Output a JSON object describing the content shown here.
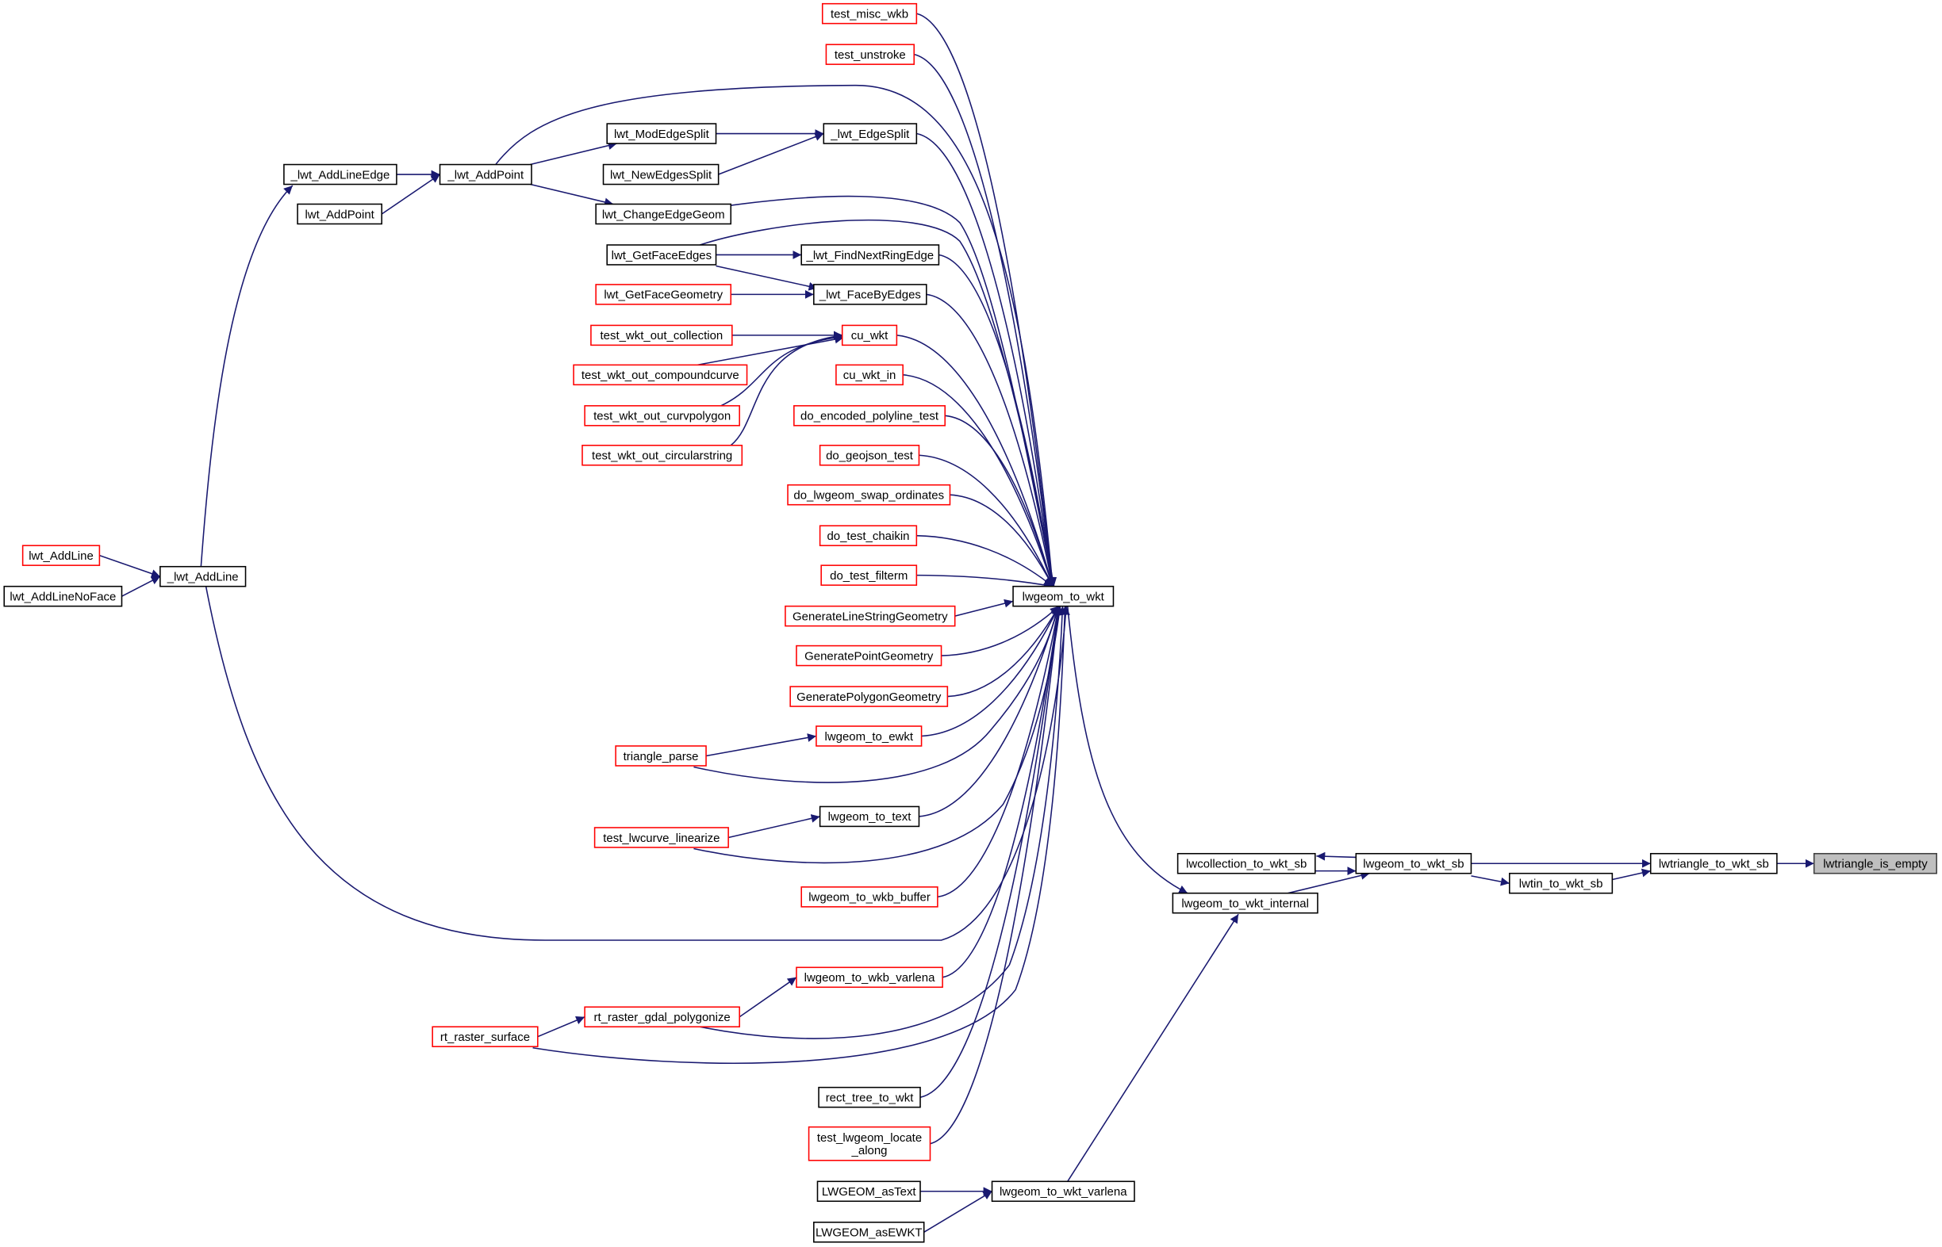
{
  "title": "lwtriangle_is_empty caller graph",
  "colors": {
    "edge": "#191970",
    "undocumented_border": "#ff0000",
    "documented_border": "#000000",
    "current_fill": "#bfbfbf"
  },
  "nodes": [
    {
      "id": "test_misc_wkb",
      "label": "test_misc_wkb",
      "style": "red"
    },
    {
      "id": "test_unstroke",
      "label": "test_unstroke",
      "style": "red"
    },
    {
      "id": "lwt_ModEdgeSplit",
      "label": "lwt_ModEdgeSplit",
      "style": "black"
    },
    {
      "id": "_lwt_EdgeSplit",
      "label": "_lwt_EdgeSplit",
      "style": "black"
    },
    {
      "id": "_lwt_AddLineEdge",
      "label": "_lwt_AddLineEdge",
      "style": "black"
    },
    {
      "id": "_lwt_AddPoint",
      "label": "_lwt_AddPoint",
      "style": "black"
    },
    {
      "id": "lwt_NewEdgesSplit",
      "label": "lwt_NewEdgesSplit",
      "style": "black"
    },
    {
      "id": "lwt_AddPoint",
      "label": "lwt_AddPoint",
      "style": "black"
    },
    {
      "id": "lwt_ChangeEdgeGeom",
      "label": "lwt_ChangeEdgeGeom",
      "style": "black"
    },
    {
      "id": "lwt_GetFaceEdges",
      "label": "lwt_GetFaceEdges",
      "style": "black"
    },
    {
      "id": "_lwt_FindNextRingEdge",
      "label": "_lwt_FindNextRingEdge",
      "style": "black"
    },
    {
      "id": "lwt_GetFaceGeometry",
      "label": "lwt_GetFaceGeometry",
      "style": "red"
    },
    {
      "id": "_lwt_FaceByEdges",
      "label": "_lwt_FaceByEdges",
      "style": "black"
    },
    {
      "id": "test_wkt_out_collection",
      "label": "test_wkt_out_collection",
      "style": "red"
    },
    {
      "id": "cu_wkt",
      "label": "cu_wkt",
      "style": "red"
    },
    {
      "id": "test_wkt_out_compoundcurve",
      "label": "test_wkt_out_compoundcurve",
      "style": "red"
    },
    {
      "id": "cu_wkt_in",
      "label": "cu_wkt_in",
      "style": "red"
    },
    {
      "id": "test_wkt_out_curvpolygon",
      "label": "test_wkt_out_curvpolygon",
      "style": "red"
    },
    {
      "id": "do_encoded_polyline_test",
      "label": "do_encoded_polyline_test",
      "style": "red"
    },
    {
      "id": "test_wkt_out_circularstring",
      "label": "test_wkt_out_circularstring",
      "style": "red"
    },
    {
      "id": "do_geojson_test",
      "label": "do_geojson_test",
      "style": "red"
    },
    {
      "id": "do_lwgeom_swap_ordinates",
      "label": "do_lwgeom_swap_ordinates",
      "style": "red"
    },
    {
      "id": "lwt_AddLine",
      "label": "lwt_AddLine",
      "style": "red"
    },
    {
      "id": "_lwt_AddLine",
      "label": "_lwt_AddLine",
      "style": "black"
    },
    {
      "id": "lwt_AddLineNoFace",
      "label": "lwt_AddLineNoFace",
      "style": "black"
    },
    {
      "id": "do_test_chaikin",
      "label": "do_test_chaikin",
      "style": "red"
    },
    {
      "id": "do_test_filterm",
      "label": "do_test_filterm",
      "style": "red"
    },
    {
      "id": "lwgeom_to_wkt",
      "label": "lwgeom_to_wkt",
      "style": "black"
    },
    {
      "id": "GenerateLineStringGeometry",
      "label": "GenerateLineStringGeometry",
      "style": "red"
    },
    {
      "id": "GeneratePointGeometry",
      "label": "GeneratePointGeometry",
      "style": "red"
    },
    {
      "id": "GeneratePolygonGeometry",
      "label": "GeneratePolygonGeometry",
      "style": "red"
    },
    {
      "id": "lwgeom_to_ewkt",
      "label": "lwgeom_to_ewkt",
      "style": "red"
    },
    {
      "id": "triangle_parse",
      "label": "triangle_parse",
      "style": "red"
    },
    {
      "id": "lwgeom_to_text",
      "label": "lwgeom_to_text",
      "style": "black"
    },
    {
      "id": "test_lwcurve_linearize",
      "label": "test_lwcurve_linearize",
      "style": "red"
    },
    {
      "id": "lwcollection_to_wkt_sb",
      "label": "lwcollection_to_wkt_sb",
      "style": "black"
    },
    {
      "id": "lwgeom_to_wkt_sb",
      "label": "lwgeom_to_wkt_sb",
      "style": "black"
    },
    {
      "id": "lwtriangle_to_wkt_sb",
      "label": "lwtriangle_to_wkt_sb",
      "style": "black"
    },
    {
      "id": "lwtriangle_is_empty",
      "label": "lwtriangle_is_empty",
      "style": "current"
    },
    {
      "id": "lwtin_to_wkt_sb",
      "label": "lwtin_to_wkt_sb",
      "style": "black"
    },
    {
      "id": "lwgeom_to_wkt_internal",
      "label": "lwgeom_to_wkt_internal",
      "style": "black"
    },
    {
      "id": "lwgeom_to_wkb_buffer",
      "label": "lwgeom_to_wkb_buffer",
      "style": "red"
    },
    {
      "id": "lwgeom_to_wkb_varlena",
      "label": "lwgeom_to_wkb_varlena",
      "style": "red"
    },
    {
      "id": "rt_raster_gdal_polygonize",
      "label": "rt_raster_gdal_polygonize",
      "style": "red"
    },
    {
      "id": "rt_raster_surface",
      "label": "rt_raster_surface",
      "style": "red"
    },
    {
      "id": "rect_tree_to_wkt",
      "label": "rect_tree_to_wkt",
      "style": "black"
    },
    {
      "id": "test_lwgeom_locate_along",
      "lines": [
        "test_lwgeom_locate",
        "_along"
      ],
      "style": "red"
    },
    {
      "id": "LWGEOM_asText",
      "label": "LWGEOM_asText",
      "style": "black"
    },
    {
      "id": "lwgeom_to_wkt_varlena",
      "label": "lwgeom_to_wkt_varlena",
      "style": "black"
    },
    {
      "id": "LWGEOM_asEWKT",
      "label": "LWGEOM_asEWKT",
      "style": "black"
    }
  ],
  "edges": [
    [
      "test_misc_wkb",
      "lwgeom_to_wkt"
    ],
    [
      "test_unstroke",
      "lwgeom_to_wkt"
    ],
    [
      "lwt_ModEdgeSplit",
      "_lwt_EdgeSplit"
    ],
    [
      "lwt_NewEdgesSplit",
      "_lwt_EdgeSplit"
    ],
    [
      "_lwt_EdgeSplit",
      "lwgeom_to_wkt"
    ],
    [
      "_lwt_AddLineEdge",
      "_lwt_AddPoint"
    ],
    [
      "lwt_AddPoint",
      "_lwt_AddPoint"
    ],
    [
      "_lwt_AddPoint",
      "lwt_ModEdgeSplit"
    ],
    [
      "_lwt_AddPoint",
      "lwt_ChangeEdgeGeom"
    ],
    [
      "_lwt_AddPoint",
      "lwgeom_to_wkt"
    ],
    [
      "lwt_ChangeEdgeGeom",
      "lwgeom_to_wkt"
    ],
    [
      "lwt_GetFaceEdges",
      "_lwt_FindNextRingEdge"
    ],
    [
      "lwt_GetFaceEdges",
      "_lwt_FaceByEdges"
    ],
    [
      "lwt_GetFaceEdges",
      "lwgeom_to_wkt"
    ],
    [
      "_lwt_FindNextRingEdge",
      "lwgeom_to_wkt"
    ],
    [
      "lwt_GetFaceGeometry",
      "_lwt_FaceByEdges"
    ],
    [
      "_lwt_FaceByEdges",
      "lwgeom_to_wkt"
    ],
    [
      "test_wkt_out_collection",
      "cu_wkt"
    ],
    [
      "test_wkt_out_compoundcurve",
      "cu_wkt"
    ],
    [
      "test_wkt_out_curvpolygon",
      "cu_wkt"
    ],
    [
      "test_wkt_out_circularstring",
      "cu_wkt"
    ],
    [
      "cu_wkt",
      "lwgeom_to_wkt"
    ],
    [
      "cu_wkt_in",
      "lwgeom_to_wkt"
    ],
    [
      "do_encoded_polyline_test",
      "lwgeom_to_wkt"
    ],
    [
      "do_geojson_test",
      "lwgeom_to_wkt"
    ],
    [
      "do_lwgeom_swap_ordinates",
      "lwgeom_to_wkt"
    ],
    [
      "do_test_chaikin",
      "lwgeom_to_wkt"
    ],
    [
      "do_test_filterm",
      "lwgeom_to_wkt"
    ],
    [
      "GenerateLineStringGeometry",
      "lwgeom_to_wkt"
    ],
    [
      "GeneratePointGeometry",
      "lwgeom_to_wkt"
    ],
    [
      "GeneratePolygonGeometry",
      "lwgeom_to_wkt"
    ],
    [
      "lwgeom_to_ewkt",
      "lwgeom_to_wkt"
    ],
    [
      "triangle_parse",
      "lwgeom_to_ewkt"
    ],
    [
      "triangle_parse",
      "lwgeom_to_wkt"
    ],
    [
      "lwgeom_to_text",
      "lwgeom_to_wkt"
    ],
    [
      "test_lwcurve_linearize",
      "lwgeom_to_text"
    ],
    [
      "test_lwcurve_linearize",
      "lwgeom_to_wkt"
    ],
    [
      "lwt_AddLine",
      "_lwt_AddLine"
    ],
    [
      "lwt_AddLineNoFace",
      "_lwt_AddLine"
    ],
    [
      "_lwt_AddLine",
      "_lwt_AddLineEdge"
    ],
    [
      "_lwt_AddLine",
      "lwgeom_to_wkt"
    ],
    [
      "lwgeom_to_wkb_buffer",
      "lwgeom_to_wkt"
    ],
    [
      "lwgeom_to_wkb_varlena",
      "lwgeom_to_wkt"
    ],
    [
      "rt_raster_gdal_polygonize",
      "lwgeom_to_wkb_varlena"
    ],
    [
      "rt_raster_gdal_polygonize",
      "lwgeom_to_wkt"
    ],
    [
      "rt_raster_surface",
      "rt_raster_gdal_polygonize"
    ],
    [
      "rt_raster_surface",
      "lwgeom_to_wkt"
    ],
    [
      "rect_tree_to_wkt",
      "lwgeom_to_wkt"
    ],
    [
      "test_lwgeom_locate_along",
      "lwgeom_to_wkt"
    ],
    [
      "LWGEOM_asText",
      "lwgeom_to_wkt_varlena"
    ],
    [
      "LWGEOM_asEWKT",
      "lwgeom_to_wkt_varlena"
    ],
    [
      "lwgeom_to_wkt",
      "lwgeom_to_wkt_internal"
    ],
    [
      "lwgeom_to_wkt_varlena",
      "lwgeom_to_wkt_internal"
    ],
    [
      "lwgeom_to_wkt_internal",
      "lwgeom_to_wkt_sb"
    ],
    [
      "lwgeom_to_wkt_sb",
      "lwcollection_to_wkt_sb"
    ],
    [
      "lwcollection_to_wkt_sb",
      "lwgeom_to_wkt_sb"
    ],
    [
      "lwgeom_to_wkt_sb",
      "lwtriangle_to_wkt_sb"
    ],
    [
      "lwgeom_to_wkt_sb",
      "lwtin_to_wkt_sb"
    ],
    [
      "lwtin_to_wkt_sb",
      "lwtriangle_to_wkt_sb"
    ],
    [
      "lwtriangle_to_wkt_sb",
      "lwtriangle_is_empty"
    ]
  ]
}
